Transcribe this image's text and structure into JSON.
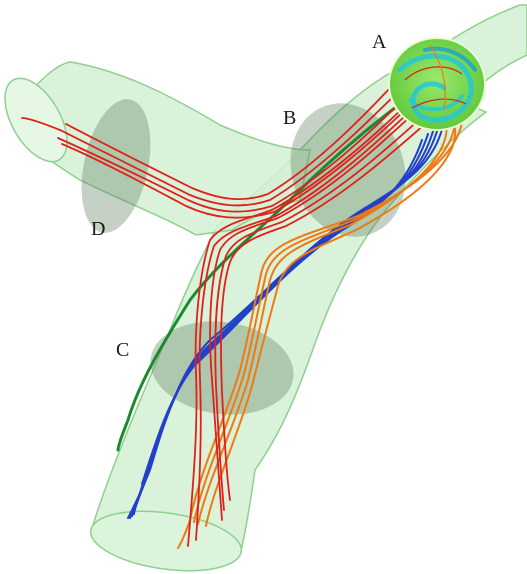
{
  "labels": {
    "a": "A",
    "b": "B",
    "c": "C",
    "d": "D"
  },
  "colors": {
    "vessel_fill": "#cfeecf",
    "vessel_stroke": "#8fcf8f",
    "cross_section": "#5a7a5a",
    "inlet_face": "#6ad23a",
    "inlet_swirl": "#22c8d8",
    "stream_red": "#e0201a",
    "stream_orange": "#ee7a12",
    "stream_blue": "#2340c8",
    "stream_green": "#1b8a2e"
  },
  "streamline_groups": [
    {
      "name": "red",
      "color_key": "stream_red"
    },
    {
      "name": "orange",
      "color_key": "stream_orange"
    },
    {
      "name": "blue",
      "color_key": "stream_blue"
    },
    {
      "name": "green",
      "color_key": "stream_green"
    }
  ]
}
